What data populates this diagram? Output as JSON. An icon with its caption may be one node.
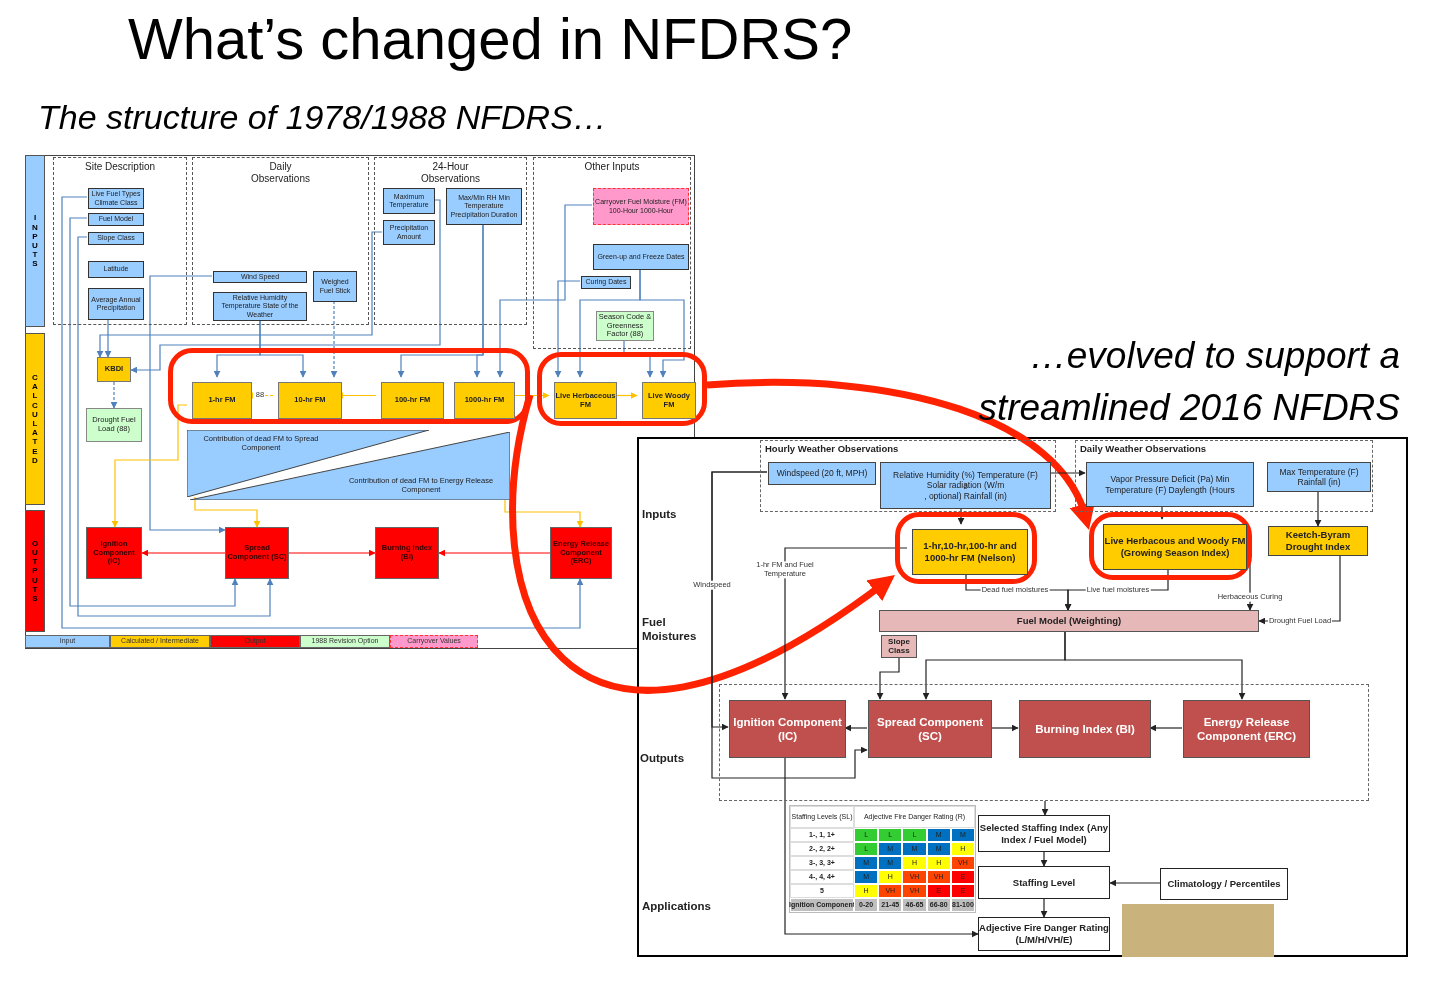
{
  "diagram": {
    "title": "What’s changed in NFDRS?",
    "nodes": [
      {
        "text": [
          "INPUTS"
        ]
      },
      {
        "text": [
          "CALCULATED"
        ]
      },
      {
        "text": [
          "OUTPUTS"
        ]
      },
      {
        "text": [
          "Site Description"
        ]
      },
      {
        "text": [
          "Daily Observations"
        ]
      },
      {
        "text": [
          "24-Hour Observations"
        ]
      },
      {
        "text": [
          "Other Inputs"
        ]
      },
      {
        "text": [
          "Live Fuel Types Climate Class"
        ],
        "in": 3
      },
      {
        "text": [
          "Fuel Model"
        ],
        "in": 3
      },
      {
        "text": [
          "Slope Class"
        ],
        "in": 3
      },
      {
        "text": [
          "Latitude"
        ],
        "in": 3
      },
      {
        "text": [
          "Average Annual Precipitation"
        ],
        "in": 3
      },
      {
        "text": [
          "Wind Speed"
        ],
        "in": 4
      },
      {
        "text": [
          "Relative Humidity Temperature State of the Weather"
        ],
        "in": 4
      },
      {
        "text": [
          "Weighed Fuel Stick"
        ],
        "in": 4
      },
      {
        "text": [
          "Maximum Temperature"
        ],
        "in": 5
      },
      {
        "text": [
          "Precipitation Amount"
        ],
        "in": 5
      },
      {
        "text": [
          "Max/Min RH Min Temperature Precipitation Duration"
        ],
        "in": 5
      },
      {
        "text": [
          "Carryover Fuel Moisture (FM) 100-Hour 1000-Hour"
        ],
        "in": 6
      },
      {
        "text": [
          "Green-up and Freeze Dates"
        ],
        "in": 6
      },
      {
        "text": [
          "Curing Dates"
        ],
        "in": 6
      },
      {
        "text": [
          "Season Code & Greenness Factor (88)"
        ],
        "in": 6
      },
      {
        "text": [
          "KBDI"
        ]
      },
      {
        "text": [
          "Drought Fuel Load (88)"
        ]
      },
      {
        "text": [],
        "shape": "box"
      },
      {
        "text": [
          "1-hr FM"
        ],
        "in": 24
      },
      {
        "text": [
          "10-hr FM"
        ],
        "in": 24
      },
      {
        "text": [
          "100-hr FM"
        ],
        "in": 24
      },
      {
        "text": [
          "1000-hr FM"
        ],
        "in": 24
      },
      {
        "text": [],
        "shape": "box"
      },
      {
        "text": [
          "Live Herbaceous FM"
        ],
        "in": 29
      },
      {
        "text": [
          "Live Woody FM"
        ],
        "in": 29
      },
      {
        "text": [
          "Contribution of dead FM to Spread Component"
        ]
      },
      {
        "text": [
          "Contribution of dead FM to Energy Release Component"
        ]
      },
      {
        "text": [
          "Ignition Component (IC)"
        ]
      },
      {
        "text": [
          "Spread Component (SC)"
        ]
      },
      {
        "text": [
          "Burning Index (BI)"
        ]
      },
      {
        "text": [
          "Energy Release Component (ERC)"
        ]
      },
      {
        "text": [
          "Hourly Weather Observations"
        ]
      },
      {
        "text": [
          "Windspeed (20 ft, MPH)"
        ],
        "in": 38
      },
      {
        "text": [
          "Relative Humidity (%) Temperature (F) Solar radiation (W/m$^{2}$, optional) Rainfall (in)"
        ],
        "in": 38
      },
      {
        "text": [
          "Daily Weather Observations"
        ]
      },
      {
        "text": [
          "Vapor Pressure Deficit (Pa) Min Temperature (F) Daylength (Hours"
        ],
        "in": 41
      },
      {
        "text": [
          "Max Temperature (F) Rainfall (in)"
        ],
        "in": 41
      },
      {
        "text": [],
        "shape": "box"
      },
      {
        "text": [
          "1-hr,10-hr,100-hr and 1000-hr FM (Nelson)"
        ],
        "in": 44
      },
      {
        "text": [],
        "shape": "box"
      },
      {
        "text": [
          "Live Herbacous and Woody FM (Growing Season Index)"
        ],
        "in": 46
      },
      {
        "text": [
          "Keetch-Byram Drought Index"
        ]
      },
      {
        "text": [
          "Fuel Model (Weighting)"
        ]
      },
      {
        "text": [
          "Slope Class"
        ]
      },
      {
        "text": [],
        "shape": "box"
      },
      {
        "text": [
          "Ignition Component (IC)"
        ],
        "in": 51
      },
      {
        "text": [
          "Spread Component (SC)"
        ],
        "in": 51
      },
      {
        "text": [
          "Burning Index (BI)"
        ],
        "in": 51
      },
      {
        "text": [
          "Energy Release Component (ERC)"
        ],
        "in": 51
      },
      {
        "text": [
          "Selected Staffing Index (Any Index / Fuel Model)"
        ]
      },
      {
        "text": [
          "Staffing Level"
        ]
      },
      {
        "text": [
          "Climatology / Percentiles"
        ]
      },
      {
        "text": [
          "Adjective Fire Danger Rating (L/M/H/VH/E)"
        ]
      }
    ],
    "edges": [
      {
        "from": 11,
        "to": 22,
        "arrow": "to",
        "color": "#4f81bd"
      },
      {
        "from": 15,
        "to": 22,
        "arrow": "to",
        "color": "#4f81bd"
      },
      {
        "from": 16,
        "to": 22,
        "arrow": "to",
        "color": "#4f81bd"
      },
      {
        "from": 22,
        "to": 23,
        "arrow": "to",
        "color": "#4f81bd",
        "style": "dashed"
      },
      {
        "from": 12,
        "to": 35,
        "arrow": "to",
        "color": "#4f81bd"
      },
      {
        "from": 13,
        "to": 25,
        "arrow": "to",
        "color": "#4f81bd"
      },
      {
        "from": 13,
        "to": 26,
        "arrow": "to",
        "color": "#4f81bd"
      },
      {
        "from": 14,
        "to": 26,
        "arrow": "to",
        "color": "#4f81bd",
        "style": "dashed"
      },
      {
        "from": 17,
        "to": 27,
        "arrow": "to",
        "color": "#4f81bd"
      },
      {
        "from": 17,
        "to": 28,
        "arrow": "to",
        "color": "#4f81bd"
      },
      {
        "from": 18,
        "to": 28,
        "arrow": "to",
        "color": "#4f81bd"
      },
      {
        "from": 19,
        "to": 30,
        "arrow": "to",
        "color": "#4f81bd"
      },
      {
        "from": 19,
        "to": 31,
        "arrow": "to",
        "color": "#4f81bd"
      },
      {
        "from": 20,
        "to": 30,
        "arrow": "to",
        "color": "#4f81bd"
      },
      {
        "from": 21,
        "to": 31,
        "arrow": "to",
        "color": "#4f81bd"
      },
      {
        "from": 7,
        "to": 37,
        "arrow": "to",
        "color": "#4f81bd"
      },
      {
        "from": 8,
        "to": 35,
        "arrow": "to",
        "color": "#4f81bd"
      },
      {
        "from": 9,
        "to": 35,
        "arrow": "to",
        "color": "#4f81bd"
      },
      {
        "from": 26,
        "to": 25,
        "arrow": "to",
        "label": "88",
        "color": "#ffc000",
        "style": "dashed"
      },
      {
        "from": 27,
        "to": 26,
        "arrow": "to",
        "color": "#ffc000"
      },
      {
        "from": 28,
        "to": 30,
        "arrow": "to",
        "color": "#ffc000"
      },
      {
        "from": 30,
        "to": 31,
        "arrow": "to",
        "color": "#ffc000"
      },
      {
        "from": 25,
        "to": 34,
        "arrow": "to",
        "color": "#ffc000"
      },
      {
        "from": 32,
        "to": 35,
        "arrow": "to",
        "color": "#ffc000"
      },
      {
        "from": 33,
        "to": 37,
        "arrow": "to",
        "color": "#ffc000"
      },
      {
        "from": 35,
        "to": 34,
        "arrow": "to",
        "color": "#ff0000"
      },
      {
        "from": 35,
        "to": 36,
        "arrow": "to",
        "color": "#ff0000"
      },
      {
        "from": 37,
        "to": 36,
        "arrow": "to",
        "color": "#ff0000"
      },
      {
        "from": 24,
        "to": 44,
        "arrow": "to",
        "color": "#ff2200",
        "style": "thick"
      },
      {
        "from": 29,
        "to": 46,
        "arrow": "to",
        "color": "#ff2200",
        "style": "thick"
      },
      {
        "from": 40,
        "to": 45,
        "arrow": "to"
      },
      {
        "from": 40,
        "to": 42,
        "arrow": "to"
      },
      {
        "from": 42,
        "to": 47,
        "arrow": "to"
      },
      {
        "from": 43,
        "to": 48,
        "arrow": "to"
      },
      {
        "from": 39,
        "to": 52,
        "arrow": "to",
        "label": "Windspeed"
      },
      {
        "from": 39,
        "to": 53,
        "arrow": "to"
      },
      {
        "from": 45,
        "to": 52,
        "arrow": "to",
        "label": "1-hr FM and Fuel Temperature"
      },
      {
        "from": 45,
        "to": 49,
        "arrow": "to",
        "label": "Dead fuel moistures"
      },
      {
        "from": 47,
        "to": 49,
        "arrow": "to",
        "label": "Live fuel moistures"
      },
      {
        "from": 47,
        "to": 49,
        "arrow": "to",
        "label": "Herbaceous Curing"
      },
      {
        "from": 48,
        "to": 49,
        "arrow": "to",
        "label": "Drought Fuel Load"
      },
      {
        "from": 49,
        "to": 53,
        "arrow": "to"
      },
      {
        "from": 49,
        "to": 55,
        "arrow": "to"
      },
      {
        "from": 50,
        "to": 53,
        "arrow": "to"
      },
      {
        "from": 53,
        "to": 52,
        "arrow": "to"
      },
      {
        "from": 53,
        "to": 54,
        "arrow": "to"
      },
      {
        "from": 55,
        "to": 54,
        "arrow": "to"
      },
      {
        "from": 51,
        "to": 56,
        "arrow": "to"
      },
      {
        "from": 56,
        "to": 57,
        "arrow": "to"
      },
      {
        "from": 58,
        "to": 57,
        "arrow": "to"
      },
      {
        "from": 57,
        "to": 59,
        "arrow": "to"
      },
      {
        "from": 52,
        "to": 59,
        "arrow": "to"
      }
    ],
    "labels": [
      "The structure of 1978/1988 NFDRS…",
      "…evolved to support a streamlined 2016 NFDRS",
      "Inputs",
      "Fuel Moistures",
      "Outputs",
      "Applications",
      "Staffing Levels (SL)",
      "Adjective Fire Danger Rating (R)",
      "1-, 1, 1+",
      "L",
      "L",
      "L",
      "M",
      "M",
      "2-, 2, 2+",
      "L",
      "M",
      "M",
      "M",
      "H",
      "3-, 3, 3+",
      "M",
      "M",
      "H",
      "H",
      "VH",
      "4-, 4, 4+",
      "M",
      "H",
      "VH",
      "VH",
      "E",
      "5",
      "H",
      "VH",
      "VH",
      "E",
      "E",
      "Ignition Component",
      "0-20",
      "21-45",
      "46-65",
      "66-80",
      "81-100"
    ],
    "legend": [
      {
        "text": "Input",
        "color": "#99ccff"
      },
      {
        "text": "Calculated / Intermediate",
        "color": "#ffcc00"
      },
      {
        "text": "Output",
        "color": "#ff0000"
      },
      {
        "text": "1988 Revision Option",
        "color": "#ccffcc"
      },
      {
        "text": "Carryover Values",
        "color": "#ff99cc"
      }
    ]
  }
}
